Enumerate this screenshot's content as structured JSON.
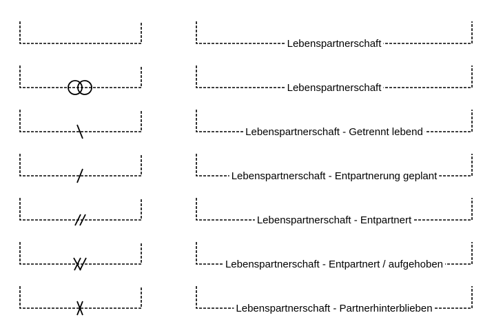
{
  "rows": [
    {
      "symbol": "none",
      "label": "Lebenspartnerschaft"
    },
    {
      "symbol": "rings",
      "label": "Lebenspartnerschaft"
    },
    {
      "symbol": "backslash",
      "label": "Lebenspartnerschaft - Getrennt lebend"
    },
    {
      "symbol": "slash",
      "label": "Lebenspartnerschaft - Entpartnerung geplant"
    },
    {
      "symbol": "double-slash",
      "label": "Lebenspartnerschaft - Entpartnert"
    },
    {
      "symbol": "double-cross",
      "label": "Lebenspartnerschaft - Entpartnert / aufgehoben"
    },
    {
      "symbol": "cross",
      "label": "Lebenspartnerschaft - Partnerhinterblieben"
    }
  ],
  "colors": {
    "line": "#000000",
    "background": "#ffffff"
  }
}
